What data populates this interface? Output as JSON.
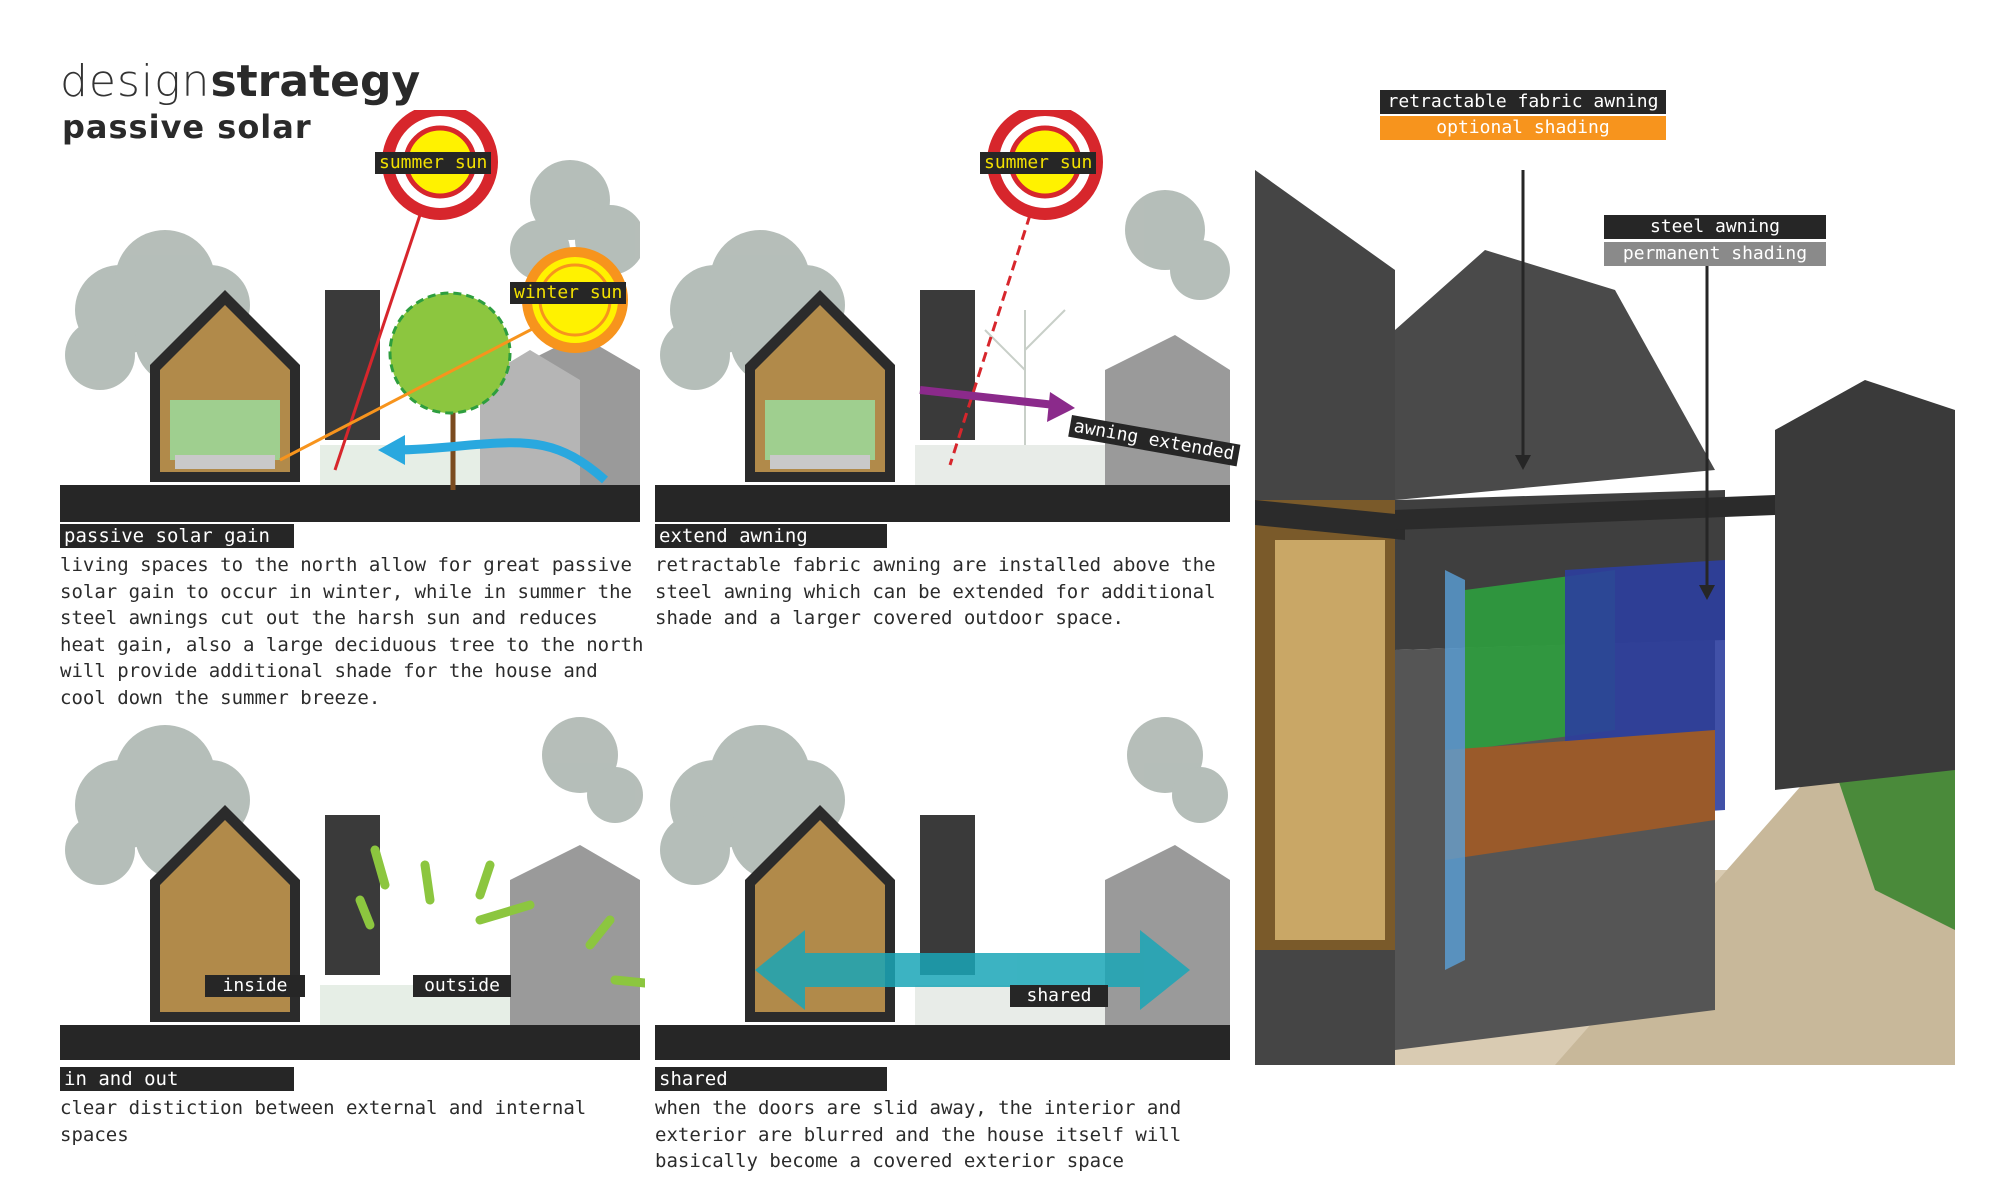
{
  "header": {
    "title_light": "design",
    "title_bold": "strategy",
    "subtitle": "passive solar"
  },
  "panels": [
    {
      "heading": "passive solar gain",
      "body": "living spaces to the north allow for great passive solar gain to occur in winter, while in summer the steel awnings cut out the harsh sun and reduces heat gain, also a large deciduous tree to the north will provide additional shade for the house and cool down the summer breeze.",
      "labels": {
        "summer_sun": "summer sun",
        "winter_sun": "winter sun"
      }
    },
    {
      "heading": "extend awning",
      "body": "retractable fabric awning are installed above the steel awning which can be extended for additional shade and a larger covered outdoor space.",
      "labels": {
        "summer_sun": "summer sun",
        "awning_extended": "awning extended"
      }
    },
    {
      "heading": "in and out",
      "body": "clear distiction between external and internal spaces",
      "labels": {
        "inside": "inside",
        "outside": "outside"
      }
    },
    {
      "heading": "shared",
      "body": "when the doors are slid away, the interior and exterior are blurred and the house itself will basically become a covered exterior space",
      "labels": {
        "shared": "shared"
      }
    }
  ],
  "perspective": {
    "retractable_label": "retractable fabric awning",
    "optional_label": "optional shading",
    "steel_label": "steel awning",
    "permanent_label": "permanent shading"
  },
  "colors": {
    "dark": "#262626",
    "summer_sun_ring": "#d7262c",
    "summer_sun_core": "#fff200",
    "winter_sun": "#f7941d",
    "breeze_arrow": "#29a8df",
    "awning_arrow": "#8b2a8b",
    "shared_arrow": "#1aa6b7",
    "interior_green": "#8cc63f",
    "optional_orange": "#f7941d",
    "permanent_grey": "#8a8a8a"
  }
}
